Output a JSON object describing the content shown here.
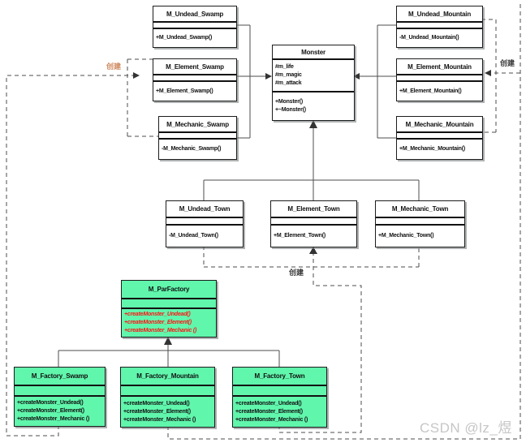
{
  "diagram": {
    "watermark": "CSDN @lz_煜",
    "labels": {
      "create_left": "创建",
      "create_middle": "创建",
      "create_right": "创建"
    },
    "colors": {
      "factory_fill": "#60F6AC",
      "abstract_method_text": "#FF1414",
      "watermark_text": "#C6C6C6",
      "create_left_label": "#CF8A60",
      "connector_line": "#4D4D4D"
    }
  },
  "classes": {
    "monster": {
      "title": "Monster",
      "attributes": [
        "#m_life",
        "#m_magic",
        "#m_attack"
      ],
      "methods": [
        "+Monster()",
        "+~Monster()"
      ]
    },
    "undead_swamp": {
      "title": "M_Undead_Swamp",
      "methods": [
        "+M_Undead_Swamp()"
      ]
    },
    "element_swamp": {
      "title": "M_Element_Swamp",
      "methods": [
        "+M_Element_Swamp()"
      ]
    },
    "mechanic_swamp": {
      "title": "M_Mechanic_Swamp",
      "methods": [
        "-M_Mechanic_Swamp()"
      ]
    },
    "undead_mountain": {
      "title": "M_Undead_Mountain",
      "methods": [
        "-M_Undead_Mountain()"
      ]
    },
    "element_mountain": {
      "title": "M_Element_Mountain",
      "methods": [
        "+M_Element_Mountain()"
      ]
    },
    "mechanic_mountain": {
      "title": "M_Mechanic_Mountain",
      "methods": [
        "+M_Mechanic_Mountain()"
      ]
    },
    "undead_town": {
      "title": "M_Undead_Town",
      "methods": [
        "-M_Undead_Town()"
      ]
    },
    "element_town": {
      "title": "M_Element_Town",
      "methods": [
        "+M_Element_Town()"
      ]
    },
    "mechanic_town": {
      "title": "M_Mechanic_Town",
      "methods": [
        "+M_Mechanic_Town()"
      ]
    },
    "parfactory": {
      "title": "M_ParFactory",
      "methods": [
        "+createMonster_Undead()",
        "+createMonster_Element()",
        "+createMonster_Mechanic ()"
      ]
    },
    "factory_swamp": {
      "title": "M_Factory_Swamp",
      "methods": [
        "+createMonster_Undead()",
        "+createMonster_Element()",
        "+createMonster_Mechanic ()"
      ]
    },
    "factory_mountain": {
      "title": "M_Factory_Mountain",
      "methods": [
        "+createMonster_Undead()",
        "+createMonster_Element()",
        "+createMonster_Mechanic ()"
      ]
    },
    "factory_town": {
      "title": "M_Factory_Town",
      "methods": [
        "+createMonster_Undead()",
        "+createMonster_Element()",
        "+createMonster_Mechanic ()"
      ]
    }
  }
}
